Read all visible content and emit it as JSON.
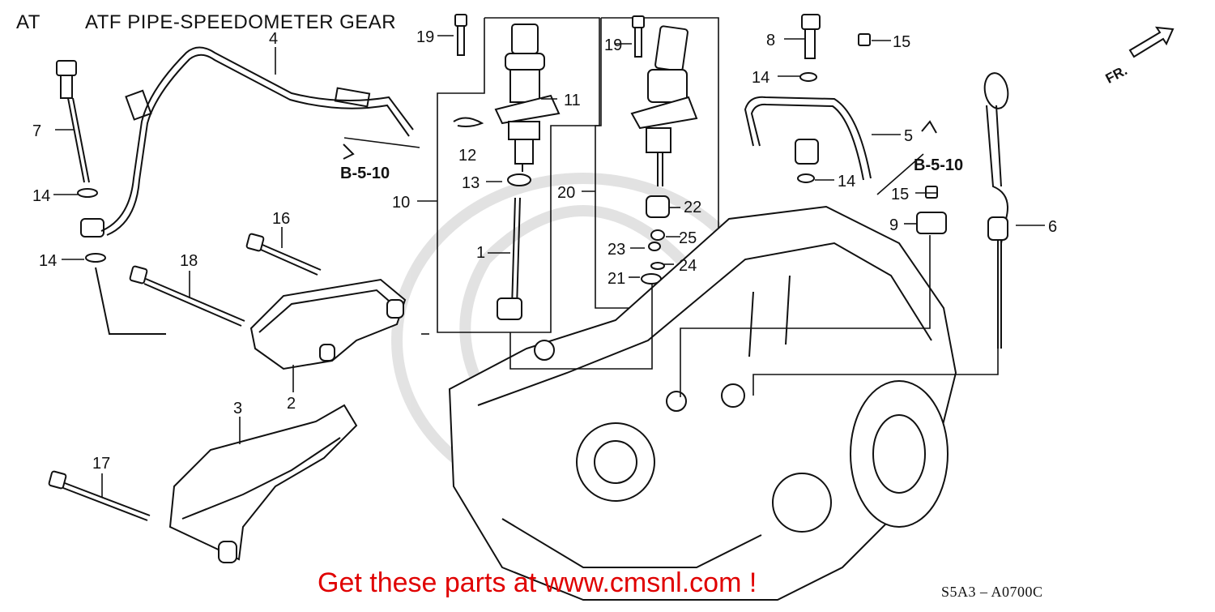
{
  "header": {
    "section": "AT",
    "title": "ATF PIPE-SPEEDOMETER GEAR"
  },
  "footer": {
    "ad_text": "Get these parts at www.cmsnl.com !",
    "diagram_code": "S5A3 – A0700C"
  },
  "front_indicator": {
    "label": "FR."
  },
  "refs": [
    "B-5-10",
    "B-5-10"
  ],
  "callouts": [
    "4",
    "19",
    "19",
    "8",
    "15",
    "7",
    "11",
    "14",
    "12",
    "5",
    "14",
    "13",
    "10",
    "20",
    "22",
    "15",
    "9",
    "6",
    "14",
    "16",
    "25",
    "23",
    "24",
    "18",
    "1",
    "21",
    "14",
    "3",
    "2",
    "17"
  ],
  "colors": {
    "line": "#111111",
    "ad": "#e00000",
    "watermark": "#dcdcdc"
  }
}
